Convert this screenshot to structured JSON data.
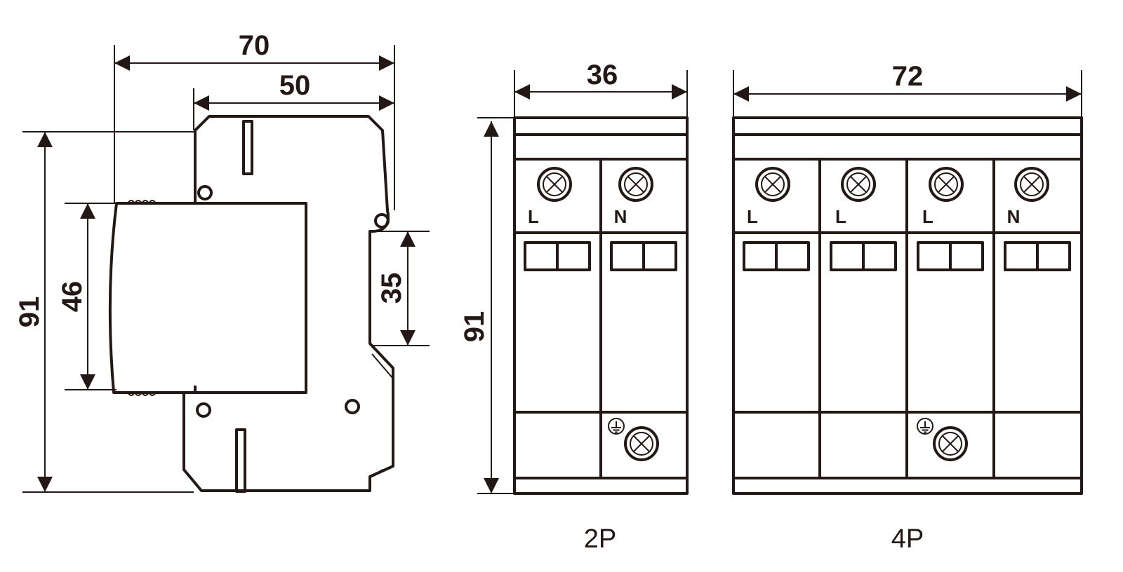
{
  "side_view": {
    "width_overall": "70",
    "width_body": "50",
    "height_overall": "91",
    "height_front": "46",
    "rail_width": "35"
  },
  "front_2p": {
    "width": "36",
    "height": "91",
    "caption": "2P",
    "poles": [
      "L",
      "N"
    ],
    "ground_pole_index": 1
  },
  "front_4p": {
    "width": "72",
    "caption": "4P",
    "poles": [
      "L",
      "L",
      "L",
      "N"
    ],
    "ground_pole_index": 2
  },
  "colors": {
    "line": "#231815",
    "background": "#ffffff"
  },
  "icons": [
    "terminal-screw-icon",
    "ground-symbol-icon",
    "arrowhead-icon"
  ]
}
